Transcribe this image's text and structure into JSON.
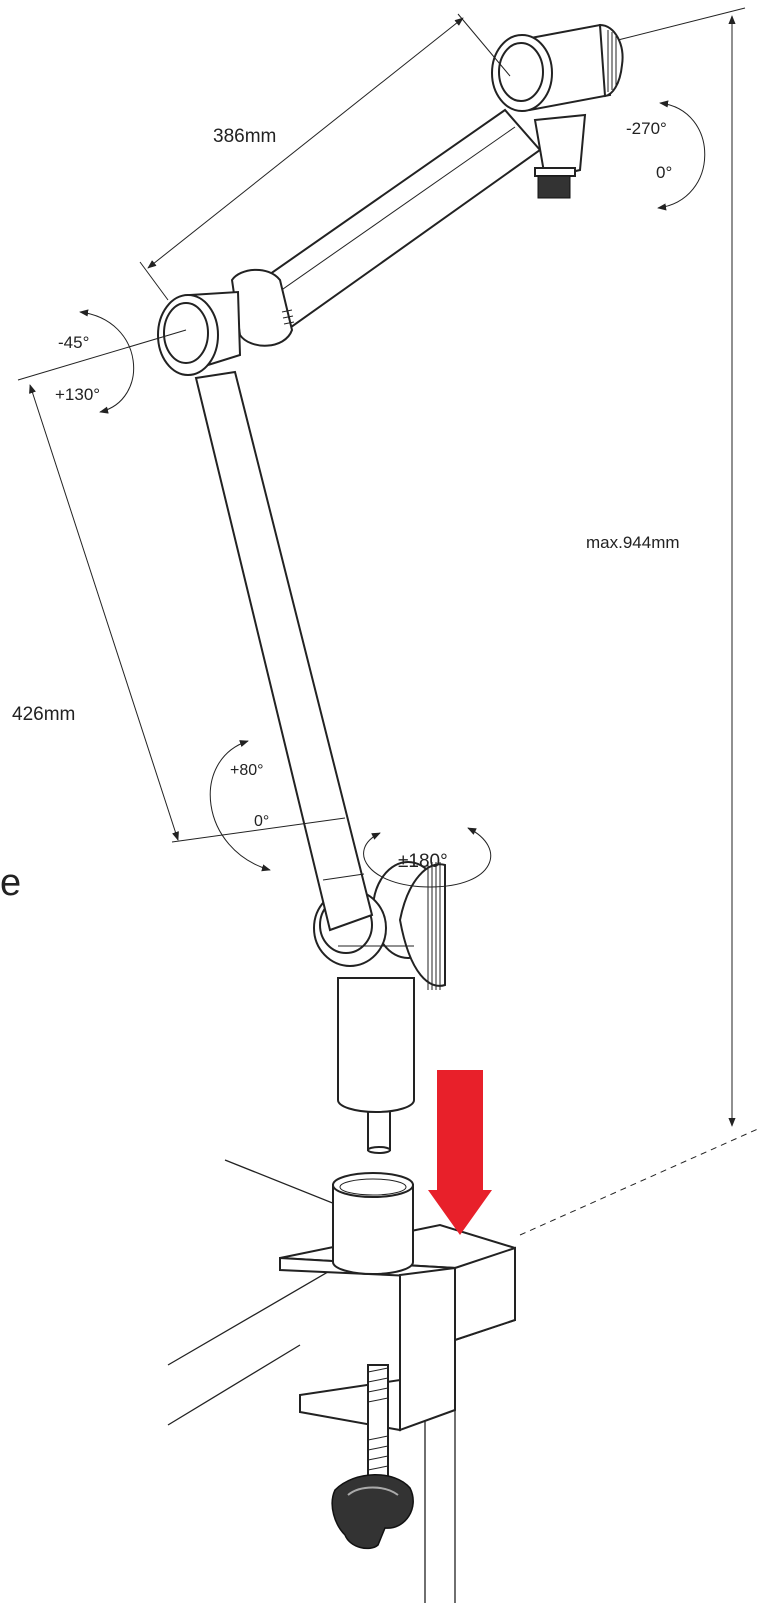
{
  "dimensions": {
    "upper_arm_length": "386mm",
    "lower_arm_length": "426mm",
    "max_height": "max.944mm"
  },
  "angles": {
    "top_joint_a": "-270°",
    "top_joint_b": "0°",
    "elbow_a": "-45°",
    "elbow_b": "+130°",
    "base_rotation": "±180°",
    "base_joint_a": "+80°",
    "base_joint_b": "0°"
  },
  "edge_text": "e",
  "colors": {
    "line": "#222222",
    "arrow": "#e8202a",
    "background": "#ffffff"
  }
}
